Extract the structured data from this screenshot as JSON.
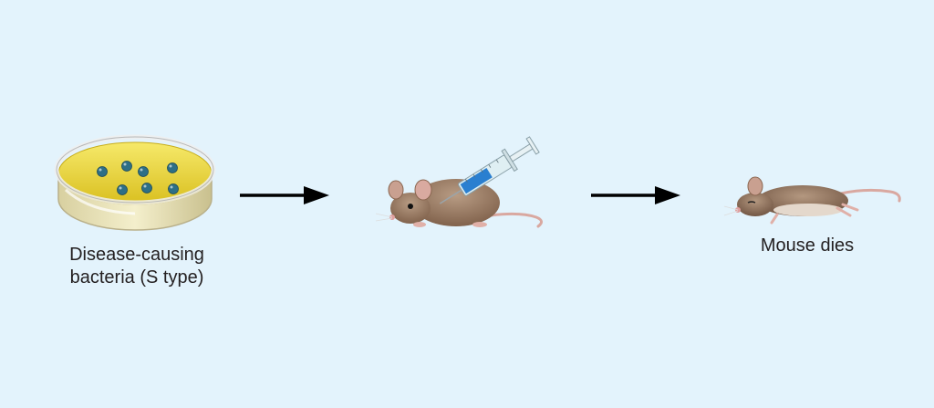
{
  "steps": [
    {
      "label_line1": "Disease-causing",
      "label_line2": "bacteria (S type)"
    },
    {
      "label_line1": ""
    },
    {
      "label_line1": "Mouse dies"
    }
  ],
  "colors": {
    "background": "#e3f3fc",
    "agar": "#f0dc3a",
    "colony": "#2e6f86",
    "syringe_fluid": "#2a7fd0",
    "mouse_fur": "#9a7a62",
    "arrow": "#000000",
    "text": "#231f20"
  },
  "icons": [
    "petri-dish-icon",
    "arrow-right-icon",
    "syringe-icon",
    "mouse-icon",
    "dead-mouse-icon"
  ]
}
